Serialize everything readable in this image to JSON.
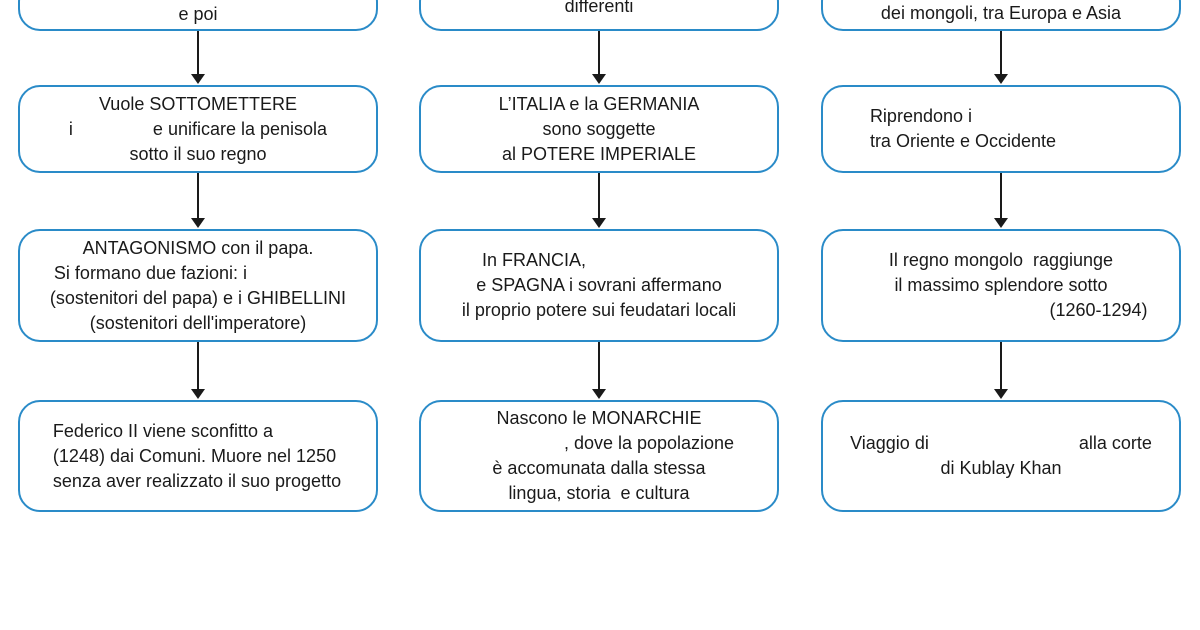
{
  "columns": [
    {
      "boxes": [
        "e poi",
        "Vuole SOTTOMETTERE\ni                e unificare la penisola\nsotto il suo regno",
        "ANTAGONISMO con il papa.\nSi formano due fazioni: i                   \n(sostenitori del papa) e i GHIBELLINI\n(sostenitori dell'imperatore)",
        "Federico II viene sconfitto a              \n(1248) dai Comuni. Muore nel 1250\nsenza aver realizzato il suo progetto"
      ]
    },
    {
      "boxes": [
        "differenti",
        "L’ITALIA e la GERMANIA\nsono soggette\nal POTERE IMPERIALE",
        "In FRANCIA,                          \ne SPAGNA i sovrani affermano\nil proprio potere sui feudatari locali",
        "Nascono le MONARCHIE\n                    , dove la popolazione\nè accomunata dalla stessa\nlingua, storia  e cultura"
      ]
    },
    {
      "boxes": [
        "dei mongoli, tra Europa e Asia",
        "Riprendono i                                \ntra Oriente e Occidente",
        "Il regno mongolo  raggiunge\nil massimo splendore sotto\n                                       (1260-1294)",
        "Viaggio di                              alla corte\ndi Kublay Khan"
      ]
    }
  ]
}
